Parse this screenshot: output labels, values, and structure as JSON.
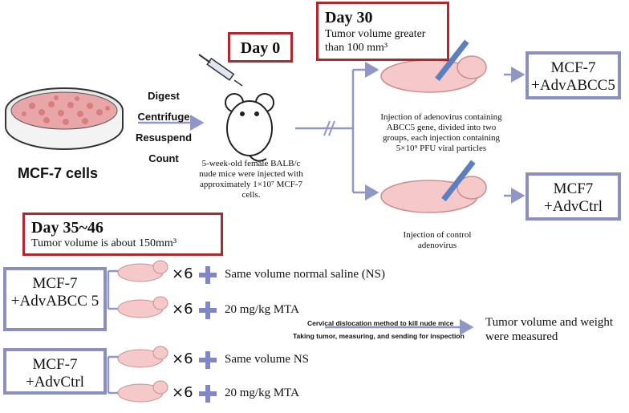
{
  "labels": {
    "mcf7_cells": "MCF-7 cells",
    "digest": "Digest",
    "centrifuge": "Centrifuge",
    "resuspend": "Resuspend",
    "count": "Count",
    "day0": "Day 0",
    "mice_injected": "5-week-old female  BALB/c nude mice were injected with approximately 1×10⁷ MCF-7 cells.",
    "day30": "Day 30",
    "tumor_gt100": "Tumor volume greater than 100 mm³",
    "injection_abcc5": "Injection of adenovirus containing ABCC5 gene, divided into two groups, each injection containing 5×10⁹ PFU viral particles",
    "injection_control": "Injection of control adenovirus",
    "group_abcc5": "MCF-7 +AdvABCC5",
    "group_ctrl": "MCF7 +AdvCtrl",
    "day35": "Day 35~46",
    "tumor_150": "Tumor volume is about 150mm³",
    "left_abcc5": "MCF-7 +AdvABCC 5",
    "left_ctrl": "MCF-7 +AdvCtrl",
    "times6": "×6",
    "treat_ns": "Same volume normal saline (NS)",
    "treat_mta": "20 mg/kg MTA",
    "treat_ns2": "Same volume NS",
    "treat_mta2": "20 mg/kg MTA",
    "cervical": "Cervical dislocation method to kill nude mice",
    "taking": "Taking tumor, measuring, and sending for inspection",
    "final": "Tumor volume and weight were measured"
  },
  "colors": {
    "red_border": "#b3262d",
    "blue_border": "#8b8fbf",
    "arrow": "#8f97c6"
  }
}
